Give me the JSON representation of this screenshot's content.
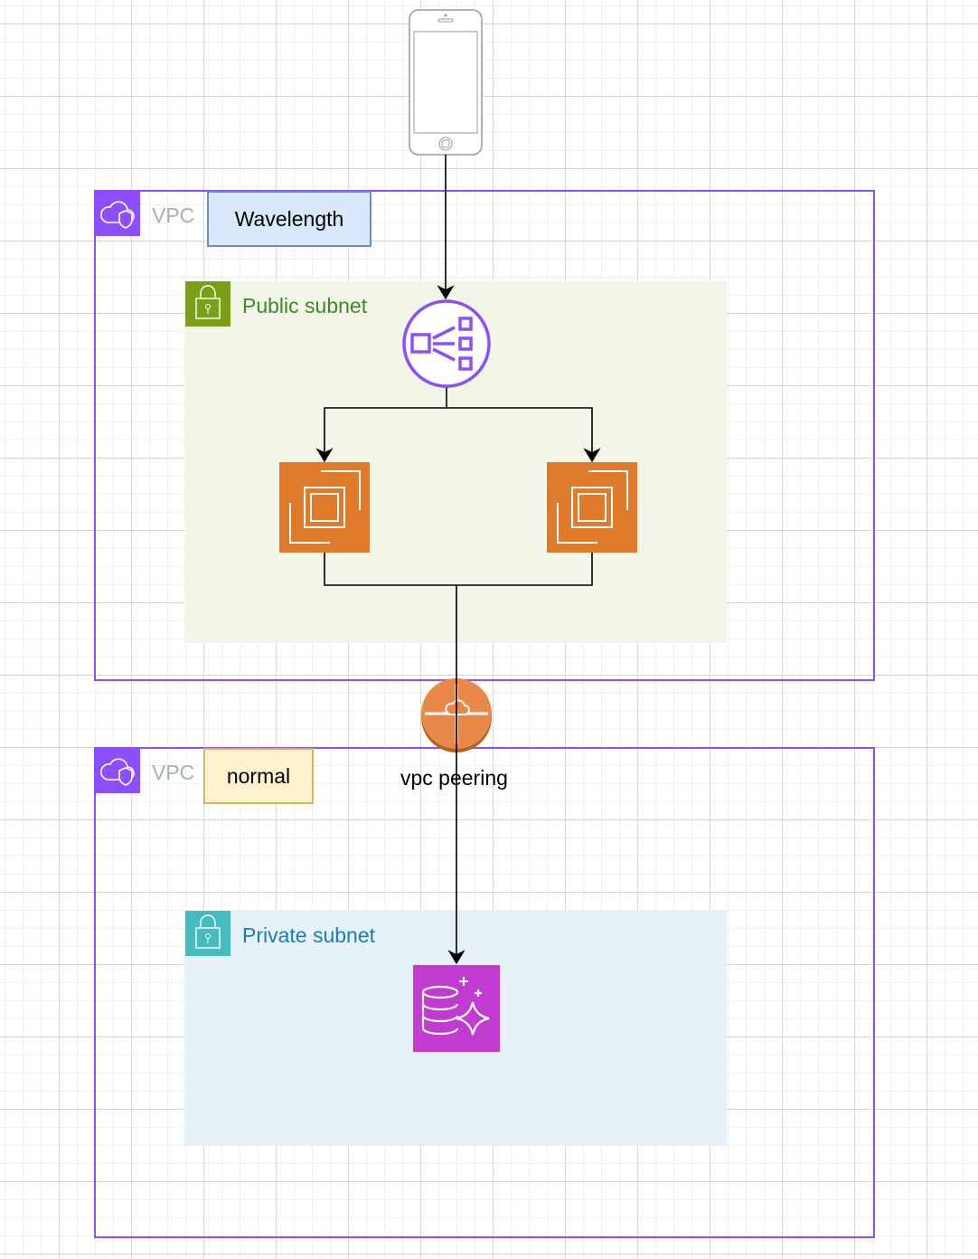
{
  "vpc_wavelength": {
    "label": "VPC",
    "tag": "Wavelength",
    "border_color": "#8c4fff"
  },
  "public_subnet": {
    "label": "Public subnet",
    "color": "#3f8624",
    "fill": "#f2f6e8"
  },
  "vpc_normal": {
    "label": "VPC",
    "tag": "normal"
  },
  "private_subnet": {
    "label": "Private subnet",
    "color": "#147eba",
    "fill": "#e6f2f8"
  },
  "peering": {
    "label": "vpc peering"
  },
  "icons": {
    "device": "mobile-phone-icon",
    "load_balancer": "elastic-load-balancer-icon",
    "ec2": "ec2-instance-icon",
    "peering": "vpc-peering-icon",
    "database": "aurora-database-icon"
  }
}
